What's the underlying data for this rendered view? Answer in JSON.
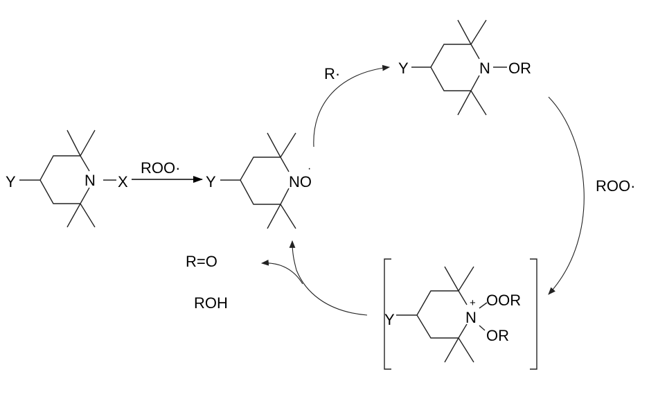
{
  "reactant": {
    "substituent": "Y",
    "nitrogen": "N",
    "group": "X"
  },
  "step1_reagent": "ROO·",
  "nitroxide": {
    "substituent": "Y",
    "label": "NO",
    "radical_dot": "·"
  },
  "step2_reagent": "R·",
  "alkoxyamine": {
    "substituent": "Y",
    "nitrogen": "N",
    "group": "OR"
  },
  "step3_reagent": "ROO·",
  "intermediate": {
    "substituent": "Y",
    "nitrogen": "N",
    "charge": "+",
    "group1": "OOR",
    "group2": "OR"
  },
  "products": [
    "R=O",
    "ROH"
  ]
}
